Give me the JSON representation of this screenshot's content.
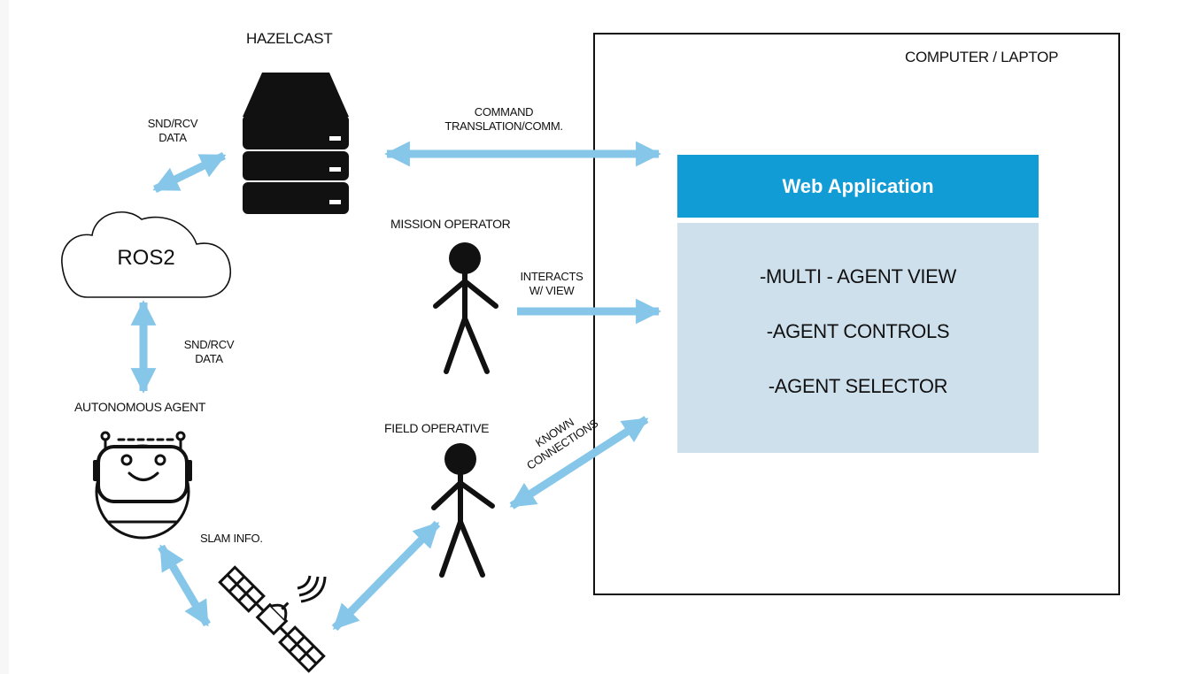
{
  "diagram": {
    "hazelcast_label": "HAZELCAST",
    "computer_label": "COMPUTER / LAPTOP",
    "web_app": {
      "title": "Web Application",
      "features": [
        "-MULTI - AGENT VIEW",
        "-AGENT CONTROLS",
        "-AGENT SELECTOR"
      ]
    },
    "ros2_label": "ROS2",
    "mission_operator_label": "MISSION OPERATOR",
    "field_operative_label": "FIELD OPERATIVE",
    "autonomous_agent_label": "AUTONOMOUS AGENT",
    "edges": {
      "ros_hazelcast": [
        "SND/RCV",
        "DATA"
      ],
      "hazelcast_webapp": [
        "COMMAND",
        "TRANSLATION/COMM."
      ],
      "ros_agent": [
        "SND/RCV",
        "DATA"
      ],
      "operator_webapp": [
        "INTERACTS",
        "W/ VIEW"
      ],
      "field_webapp": [
        "KNOWN",
        "CONNECTIONS"
      ],
      "agent_satellite": "SLAM INFO."
    },
    "colors": {
      "arrow": "#85c6e9",
      "header": "#129cd6",
      "panel": "#cfe0ed",
      "ink": "#111111"
    }
  }
}
